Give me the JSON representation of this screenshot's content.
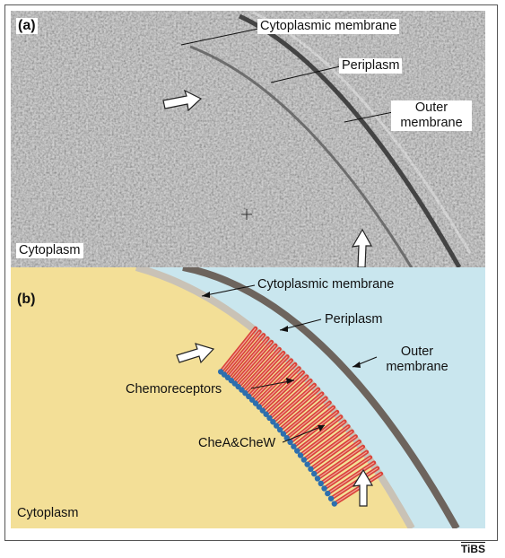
{
  "panel_a": {
    "tag": "(a)",
    "labels": {
      "cytoplasmic_membrane": "Cytoplasmic membrane",
      "periplasm": "Periplasm",
      "outer_membrane_line1": "Outer",
      "outer_membrane_line2": "membrane",
      "cytoplasm": "Cytoplasm"
    }
  },
  "panel_b": {
    "tag": "(b)",
    "labels": {
      "cytoplasmic_membrane": "Cytoplasmic membrane",
      "periplasm": "Periplasm",
      "outer_membrane_line1": "Outer",
      "outer_membrane_line2": "membrane",
      "chemoreceptors": "Chemoreceptors",
      "chea_chew": "CheA&CheW",
      "cytoplasm": "Cytoplasm"
    },
    "colors": {
      "cytoplasm": "#f3df97",
      "periplasm": "#c9e6ee",
      "cytoplasmic_membrane": "#c9c2b6",
      "outer_membrane": "#6d645d",
      "receptor": "#d9433a",
      "chea_chew": "#2d6fae"
    }
  },
  "credit": "TiBS"
}
